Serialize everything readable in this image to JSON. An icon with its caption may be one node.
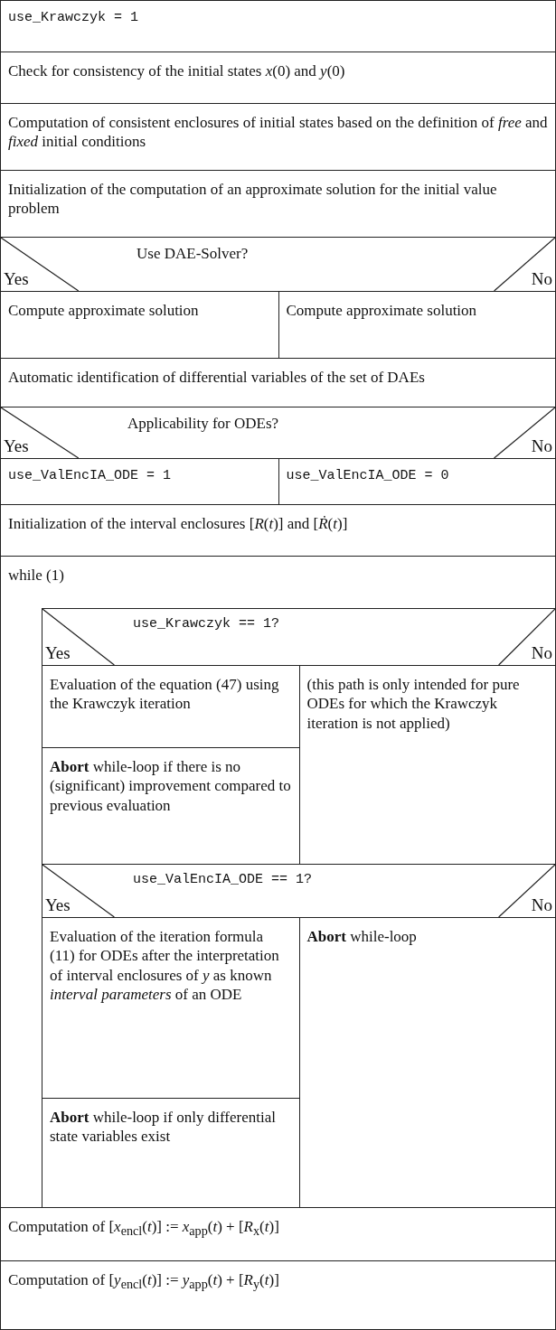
{
  "diagram": {
    "nodes": [
      {
        "text": [
          "use_Krawczyk = 1"
        ]
      },
      {
        "text": [
          "Check for consistency of the initial states *x*(0) and *y*(0)"
        ]
      },
      {
        "text": [
          "Computation of consistent enclosures of initial states based on the definition of *free* and *fixed* initial conditions"
        ]
      },
      {
        "text": [
          "Initialization of the computation of an approximate solution for the initial value problem"
        ]
      },
      {
        "text": [
          "Use DAE-Solver?",
          "Yes",
          "No"
        ]
      },
      {
        "text": [
          "Compute approximate solution"
        ]
      },
      {
        "text": [
          "Compute approximate solution"
        ]
      },
      {
        "text": [
          "Automatic identification of differential variables of the set of DAEs"
        ]
      },
      {
        "text": [
          "Applicability for ODEs?",
          "Yes",
          "No"
        ]
      },
      {
        "text": [
          "use_ValEncIA_ODE = 1"
        ]
      },
      {
        "text": [
          "use_ValEncIA_ODE = 0"
        ]
      },
      {
        "text": [
          "Initialization of the interval enclosures [*R*(*t*)] and [*Ṙ*(*t*)]"
        ]
      },
      {
        "text": [
          "while (1)"
        ]
      },
      {
        "text": [
          "use_Krawczyk == 1?",
          "Yes",
          "No"
        ],
        "in": 12
      },
      {
        "text": [
          "Evaluation of the equation (47) using the Krawczyk iteration"
        ],
        "in": 12
      },
      {
        "text": [
          "**Abort** while-loop if there is no (significant) improvement compared to previous evaluation"
        ],
        "in": 12
      },
      {
        "text": [
          "(this path is only intended for pure ODEs for which the Krawczyk iteration is not applied)"
        ],
        "in": 12
      },
      {
        "text": [
          "use_ValEncIA_ODE == 1?",
          "Yes",
          "No"
        ],
        "in": 12
      },
      {
        "text": [
          "Evaluation of the iteration formula (11) for ODEs after the interpretation of interval enclosures of *y* as known *interval parameters* of an ODE"
        ],
        "in": 12
      },
      {
        "text": [
          "**Abort** while-loop if only differential state variables exist"
        ],
        "in": 12
      },
      {
        "text": [
          "**Abort** while-loop"
        ],
        "in": 12
      },
      {
        "text": [
          "Computation of [*x*$_{encl}$(*t*)] := *x*$_{app}$(*t*) + [*R*$_{x}$(*t*)]"
        ]
      },
      {
        "text": [
          "Computation of [*y*$_{encl}$(*t*)] := *y*$_{app}$(*t*) + [*R*$_{y}$(*t*)]"
        ]
      }
    ]
  }
}
